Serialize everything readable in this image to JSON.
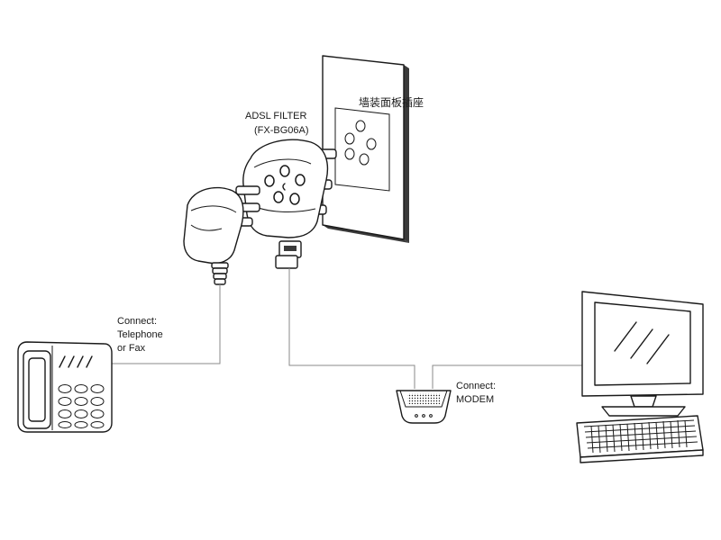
{
  "labels": {
    "filter_title": "ADSL FILTER",
    "filter_model": "(FX-BG06A)",
    "wall_socket": "墙装面板插座",
    "phone_line1": "Connect:",
    "phone_line2": "Telephone",
    "phone_line3": "or Fax",
    "modem_line1": "Connect:",
    "modem_line2": "MODEM"
  }
}
